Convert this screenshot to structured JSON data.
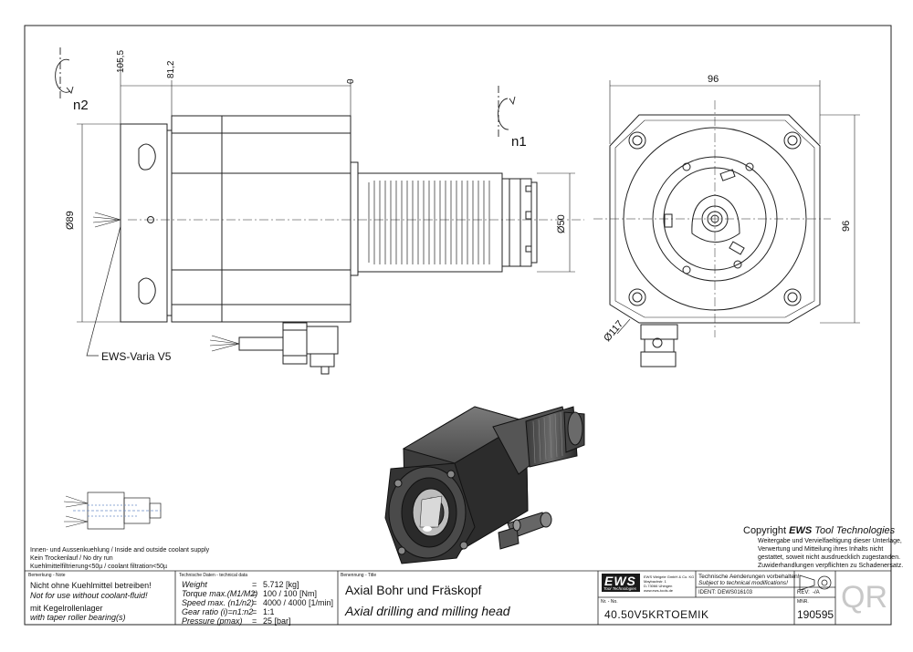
{
  "drawing": {
    "dimensions": {
      "d1055": "105,5",
      "d812": "81,2",
      "d0": "0",
      "dia89": "Ø89",
      "dia50": "Ø50",
      "w96": "96",
      "h96": "96",
      "dia117": "Ø117"
    },
    "labels": {
      "n2": "n2",
      "n1": "n1",
      "varia": "EWS-Varia V5"
    }
  },
  "notes": {
    "coolant_line1": "Innen- und Aussenkuehlung / Inside and outside coolant supply",
    "coolant_line2": "Kein Trockenlauf / No dry run",
    "coolant_line3": "Kuehlmittelfiltrierung<50µ / coolant filtration<50µ"
  },
  "copyright": {
    "prefix": "Copyright",
    "brand": "EWS",
    "suffix": "Tool Technologies",
    "line1": "Weitergabe und Vervielfaeltigung dieser Unterlage,",
    "line2": "Verwertung und Mitteilung ihres Inhalts nicht",
    "line3": "gestattet, soweit nicht ausdruecklich zugestanden.",
    "line4": "Zuwiderhandlungen verpflichten zu Schadenersatz."
  },
  "titleblock": {
    "remark_header": "Bemerkung - Note",
    "remark1": "Nicht ohne Kuehlmittel betreiben!",
    "remark2": "Not for use without coolant-fluid!",
    "remark3": "mit Kegelrollenlager",
    "remark4": "with taper roller bearing(s)",
    "tech_header": "Technische Daten - technical data",
    "tech_rows": [
      {
        "label": "Weight",
        "eq": "=",
        "value": "5.712 [kg]"
      },
      {
        "label": "Torque max.(M1/M2)",
        "eq": "=",
        "value": "100 / 100 [Nm]"
      },
      {
        "label": "Speed max. (n1/n2)",
        "eq": "=",
        "value": "4000 / 4000 [1/min]"
      },
      {
        "label": "Gear ratio (i)=n1:n2",
        "eq": "=",
        "value": "1:1"
      },
      {
        "label": "Pressure  (pmax)",
        "eq": "=",
        "value": "25 [bar]"
      }
    ],
    "name_header": "Benennung - Title",
    "title_de": "Axial Bohr und Fräskopf",
    "title_en": "Axial drilling and milling head",
    "logo": "EWS",
    "logo_sub": "Tool Technologies",
    "company1": "EWS Weigele GmbH & Co. KG",
    "company2": "Maybachstr. 1",
    "company3": "D-73066 Uhingen",
    "company4": "www.ews-tools.de",
    "changes_de": "Technische Aenderungen vorbehalten!",
    "changes_en": "Subject to technical modifications!",
    "ident_label": "IDENT:",
    "ident_value": "DEWS016103",
    "rev_label": "REV:",
    "rev_value": "-/A",
    "nr_label": "Nr. - No.",
    "part_no": "40.50V5KRTOEMIK",
    "mnr_label": "MNR.",
    "mnr_value": "190595",
    "qr": "QR"
  }
}
